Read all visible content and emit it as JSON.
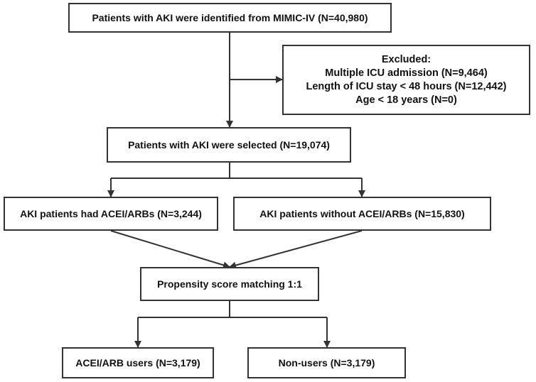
{
  "nodes": {
    "identified": "Patients with AKI were identified from MIMIC-IV (N=40,980)",
    "excluded": {
      "title": "Excluded:",
      "lines": [
        "Multiple ICU admission (N=9,464)",
        "Length of ICU stay < 48 hours (N=12,442)",
        "Age < 18 years (N=0)"
      ]
    },
    "selected": "Patients with AKI were selected (N=19,074)",
    "with_acei": "AKI patients had ACEI/ARBs (N=3,244)",
    "without_acei": "AKI patients without ACEI/ARBs (N=15,830)",
    "psm": "Propensity score matching 1:1",
    "users": "ACEI/ARB users (N=3,179)",
    "non_users": "Non-users (N=3,179)"
  }
}
